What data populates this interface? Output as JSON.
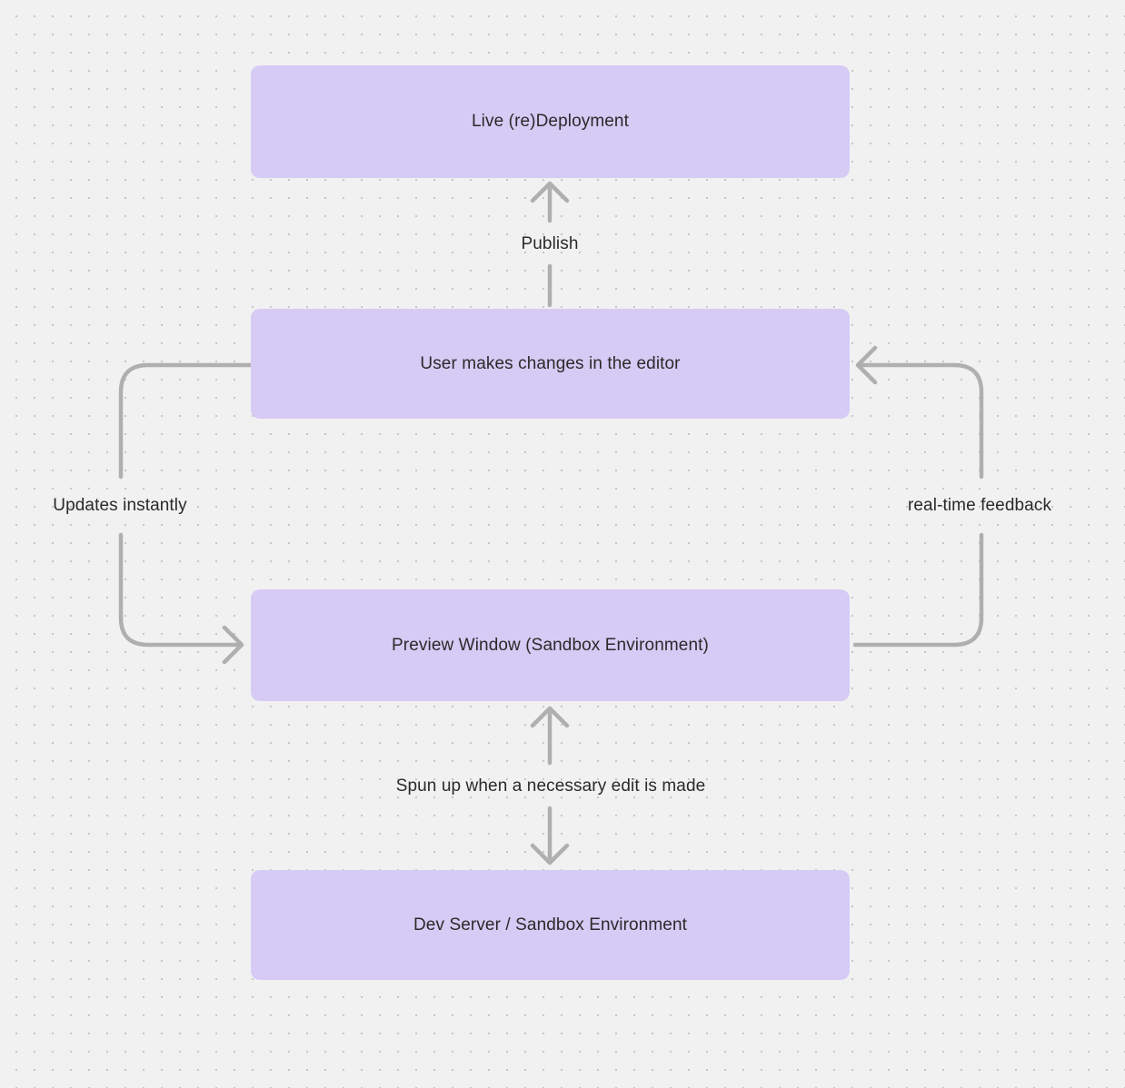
{
  "diagram": {
    "nodes": [
      {
        "id": "live-redeployment",
        "label": "Live (re)Deployment"
      },
      {
        "id": "user-editor",
        "label": "User makes changes in the editor"
      },
      {
        "id": "preview-window",
        "label": "Preview Window (Sandbox Environment)"
      },
      {
        "id": "dev-server",
        "label": "Dev Server / Sandbox Environment"
      }
    ],
    "edges": [
      {
        "id": "publish",
        "label": "Publish",
        "from": "user-editor",
        "to": "live-redeployment",
        "style": "straight-up-arrow"
      },
      {
        "id": "updates-instantly",
        "label": "Updates instantly",
        "from": "user-editor",
        "to": "preview-window",
        "style": "curved-left-down-arrow"
      },
      {
        "id": "real-time-feedback",
        "label": "real-time feedback",
        "from": "preview-window",
        "to": "user-editor",
        "style": "curved-right-up-arrow"
      },
      {
        "id": "spun-up",
        "label": "Spun up when a necessary edit is made",
        "from": "preview-window",
        "to": "dev-server",
        "style": "double-headed-vertical-arrow"
      }
    ],
    "colors": {
      "background": "#F2F1F1",
      "dot": "#C7C7C7",
      "node_fill": "#D6CBF5",
      "node_text": "#2A2A2A",
      "label_text": "#2A2A2A",
      "arrow": "#AFAFAF"
    }
  }
}
